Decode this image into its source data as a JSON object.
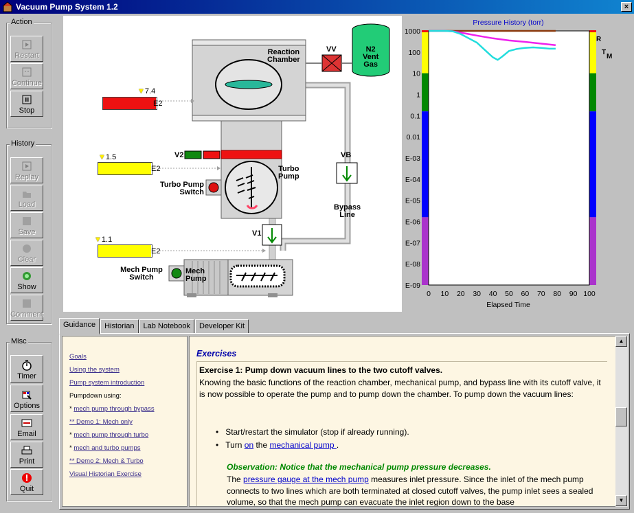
{
  "window": {
    "title": "Vacuum Pump System 1.2",
    "close_label": "×"
  },
  "action_group": {
    "title": "Action",
    "buttons": [
      {
        "label": "Restart",
        "icon": "play-icon",
        "enabled": false
      },
      {
        "label": "Continue",
        "icon": "continue-icon",
        "enabled": false
      },
      {
        "label": "Stop",
        "icon": "pause-icon",
        "enabled": true
      }
    ]
  },
  "history_group": {
    "title": "History",
    "buttons": [
      {
        "label": "Replay",
        "icon": "replay-icon",
        "enabled": false
      },
      {
        "label": "Load",
        "icon": "folder-icon",
        "enabled": false
      },
      {
        "label": "Save",
        "icon": "save-icon",
        "enabled": false
      },
      {
        "label": "Clear",
        "icon": "clear-icon",
        "enabled": false
      },
      {
        "label": "Show",
        "icon": "show-icon",
        "enabled": true
      },
      {
        "label": "Comment",
        "icon": "comment-icon",
        "enabled": false
      }
    ]
  },
  "misc_group": {
    "title": "Misc",
    "buttons": [
      {
        "label": "Timer",
        "icon": "stopwatch-icon"
      },
      {
        "label": "Options",
        "icon": "options-icon"
      },
      {
        "label": "Email",
        "icon": "email-icon"
      },
      {
        "label": "Print",
        "icon": "printer-icon"
      },
      {
        "label": "Quit",
        "icon": "quit-icon"
      }
    ]
  },
  "diagram": {
    "reaction_chamber": "Reaction Chamber",
    "reaction_chamber_l1": "Reaction",
    "reaction_chamber_l2": "Chamber",
    "vent_valve": "VV",
    "n2_l1": "N2",
    "n2_l2": "Vent",
    "n2_l3": "Gas",
    "turbo_l1": "Turbo",
    "turbo_l2": "Pump",
    "turbo_switch_l1": "Turbo Pump",
    "turbo_switch_l2": "Switch",
    "mech_switch_l1": "Mech Pump",
    "mech_switch_l2": "Switch",
    "mech_l1": "Mech",
    "mech_l2": "Pump",
    "bypass_l1": "Bypass",
    "bypass_l2": "Line",
    "valve_v1": "V1",
    "valve_v2": "V2",
    "valve_vb": "VB",
    "gauges": [
      {
        "value": "7.4",
        "exp": "E2",
        "fill": 1.0,
        "color": "#ee1111"
      },
      {
        "value": "1.5",
        "exp": "E2",
        "fill": 1.0,
        "color": "#ffff00"
      },
      {
        "value": "1.1",
        "exp": "E2",
        "fill": 1.0,
        "color": "#ffff00"
      }
    ],
    "colors": {
      "chamber": "#d4d4d4",
      "pipe": "#c8c8c8",
      "n2": "#22cc77",
      "red": "#ee1111"
    }
  },
  "chart_data": {
    "type": "line",
    "title": "Pressure History (torr)",
    "xlabel": "Elapsed Time",
    "ylabel": "",
    "x_ticks": [
      "0",
      "10",
      "20",
      "30",
      "40",
      "50",
      "60",
      "70",
      "80",
      "90",
      "100"
    ],
    "y_ticks": [
      "1000",
      "100",
      "10",
      "1",
      "0.1",
      "0.01",
      "E-03",
      "E-04",
      "E-05",
      "E-06",
      "E-07",
      "E-08",
      "E-09"
    ],
    "xlim": [
      0,
      100
    ],
    "ylim_log10": [
      -9,
      3
    ],
    "right_labels": [
      "R",
      "T",
      "M"
    ],
    "series": [
      {
        "color": "#8b3a0e",
        "x": [
          0,
          5,
          10,
          15,
          20,
          30,
          40,
          50,
          60,
          70,
          79
        ],
        "y": [
          3.0,
          3.0,
          3.0,
          3.0,
          3.0,
          3.0,
          3.0,
          3.0,
          3.0,
          3.0,
          3.0
        ]
      },
      {
        "color": "#ee22ee",
        "x": [
          0,
          5,
          10,
          15,
          20,
          25,
          30,
          40,
          50,
          60,
          70,
          79
        ],
        "y": [
          3.0,
          3.0,
          3.0,
          2.98,
          2.92,
          2.85,
          2.78,
          2.65,
          2.55,
          2.48,
          2.4,
          2.33
        ]
      },
      {
        "color": "#22dddd",
        "x": [
          0,
          5,
          10,
          15,
          20,
          25,
          30,
          35,
          40,
          43,
          46,
          50,
          55,
          60,
          65,
          70,
          75,
          79
        ],
        "y": [
          3.0,
          3.0,
          3.0,
          2.98,
          2.85,
          2.65,
          2.45,
          2.1,
          1.75,
          1.63,
          1.8,
          2.05,
          2.15,
          2.2,
          2.22,
          2.2,
          2.16,
          2.16
        ]
      }
    ],
    "bands": [
      {
        "from": 3.0,
        "to": 1.0,
        "color": "#ffff00"
      },
      {
        "from": 1.0,
        "to": -0.8,
        "color": "#008800"
      },
      {
        "from": -0.8,
        "to": -5.8,
        "color": "#0000ff"
      },
      {
        "from": -5.8,
        "to": -9.0,
        "color": "#aa33cc"
      }
    ]
  },
  "tabs": [
    {
      "label": "Guidance",
      "active": true
    },
    {
      "label": "Historian",
      "active": false
    },
    {
      "label": "Lab Notebook",
      "active": false
    },
    {
      "label": "Developer Kit",
      "active": false
    }
  ],
  "nav": {
    "links": [
      "Goals",
      "Using the system",
      "Pump system introduction"
    ],
    "section": "Pumpdown using:",
    "items": [
      {
        "prefix": "* ",
        "label": "mech pump through bypass"
      },
      {
        "prefix": "",
        "label": "** Demo 1:  Mech only"
      },
      {
        "prefix": "* ",
        "label": "mech pump through turbo"
      },
      {
        "prefix": "* ",
        "label": "mech and turbo pumps"
      },
      {
        "prefix": "",
        "label": "** Demo 2:  Mech & Turbo"
      },
      {
        "prefix": "",
        "label": "Visual Historian Exercise"
      }
    ]
  },
  "content": {
    "heading": "Exercises",
    "ex_title": "Exercise 1: Pump down vacuum lines to the two cutoff valves.",
    "intro": "Knowing the basic functions of the reaction chamber, mechanical pump, and bypass line with its cutoff valve, it is now possible to operate the pump and to pump down the chamber. To pump down the vacuum lines:",
    "bullet1": "Start/restart the simulator (stop if already running).",
    "bullet2_pre": "Turn ",
    "bullet2_link1": "on",
    "bullet2_mid": " the ",
    "bullet2_link2": "mechanical pump ",
    "bullet2_post": ".",
    "observation": "Observation: Notice that the mechanical pump pressure decreases.",
    "obs_pre": "The ",
    "obs_link": "pressure gauge at the mech pump",
    "obs_text": " measures inlet pressure. Since the inlet of the mech pump connects to two lines which are both terminated at closed cutoff valves, the pump inlet sees a sealed volume, so that the mech pump can evacuate the inlet region down to the base"
  }
}
